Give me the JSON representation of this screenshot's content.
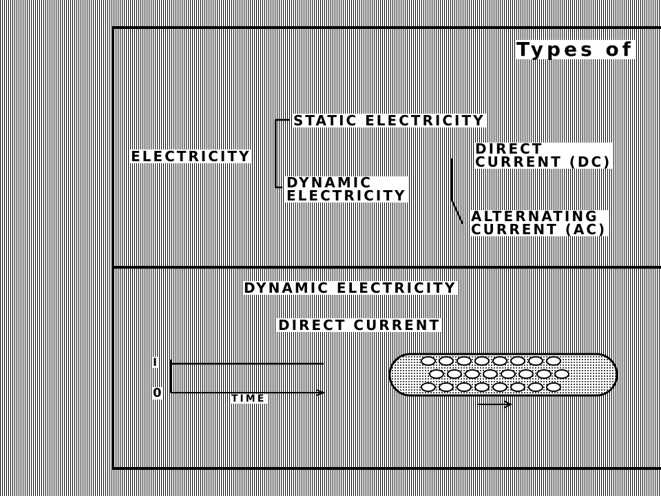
{
  "slide": {
    "title": "Types of"
  },
  "classification": {
    "root": "ELECTRICITY",
    "static": "STATIC ELECTRICITY",
    "dynamic_line1": "DYNAMIC",
    "dynamic_line2": "ELECTRICITY",
    "dc_line1": "DIRECT",
    "dc_line2": "CURRENT (DC)",
    "ac_line1": "ALTERNATING",
    "ac_line2": "CURRENT (AC)"
  },
  "lower": {
    "heading": "DYNAMIC ELECTRICITY",
    "subheading": "DIRECT CURRENT"
  },
  "graph": {
    "y_label": "I",
    "origin_label": "0",
    "x_label": "TIME"
  },
  "wire": {
    "icon": "electron-flow-wire-icon",
    "electron_count": 24
  }
}
